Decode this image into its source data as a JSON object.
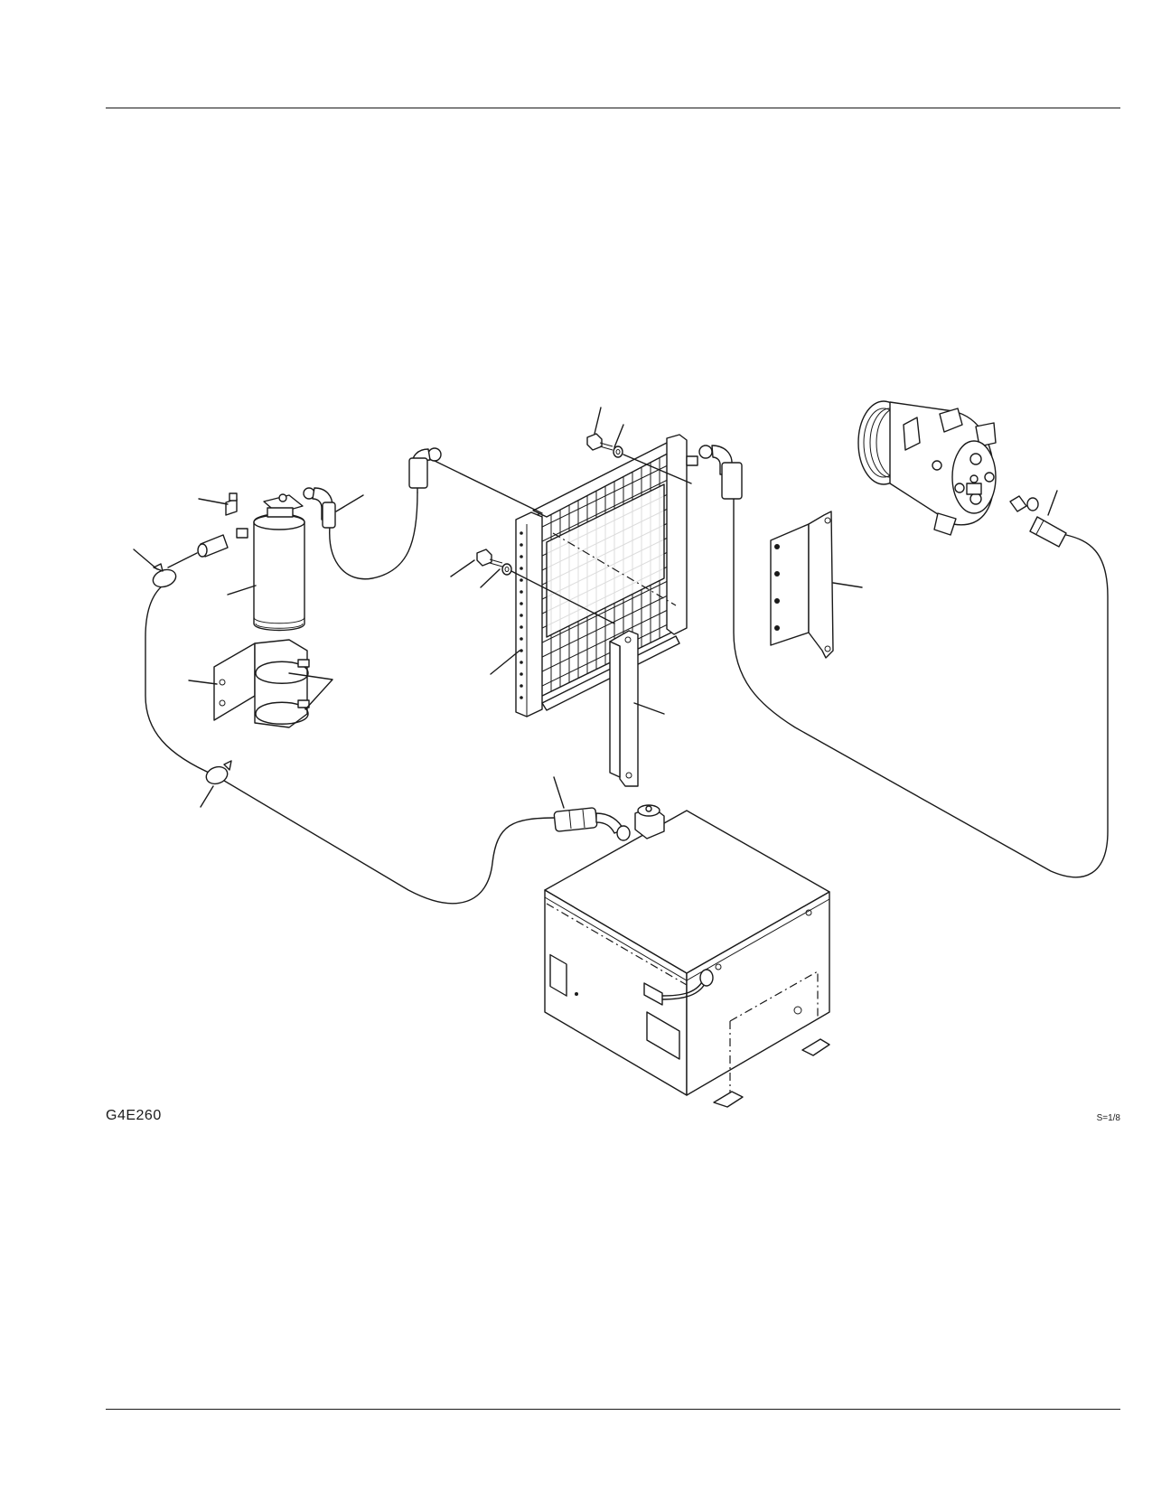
{
  "figure": {
    "code": "G4E260",
    "scale": "S=1/8"
  },
  "parts": [
    {
      "name": "pressure-switch",
      "icon": "pressure-switch-icon"
    },
    {
      "name": "hose-clamp-upper",
      "icon": "hose-clamp-icon"
    },
    {
      "name": "receiver-drier",
      "icon": "receiver-drier-icon"
    },
    {
      "name": "drier-bracket",
      "icon": "bracket-icon"
    },
    {
      "name": "drier-bands",
      "icon": "band-clamp-icon"
    },
    {
      "name": "hose-clamp-lower",
      "icon": "hose-clamp-icon"
    },
    {
      "name": "elbow-hose-drier",
      "icon": "hose-fitting-icon"
    },
    {
      "name": "condenser",
      "icon": "condenser-icon"
    },
    {
      "name": "bolt-upper",
      "icon": "bolt-icon"
    },
    {
      "name": "washer-upper",
      "icon": "washer-icon"
    },
    {
      "name": "bolt-lower",
      "icon": "bolt-icon"
    },
    {
      "name": "washer-lower",
      "icon": "washer-icon"
    },
    {
      "name": "condenser-bracket-left",
      "icon": "bracket-icon"
    },
    {
      "name": "condenser-bracket-right",
      "icon": "bracket-icon"
    },
    {
      "name": "compressor",
      "icon": "compressor-icon"
    },
    {
      "name": "compressor-hose-fitting",
      "icon": "hose-fitting-icon"
    },
    {
      "name": "evaporator-hose-fitting",
      "icon": "hose-fitting-icon"
    },
    {
      "name": "evaporator-unit",
      "icon": "evaporator-unit-icon"
    }
  ]
}
